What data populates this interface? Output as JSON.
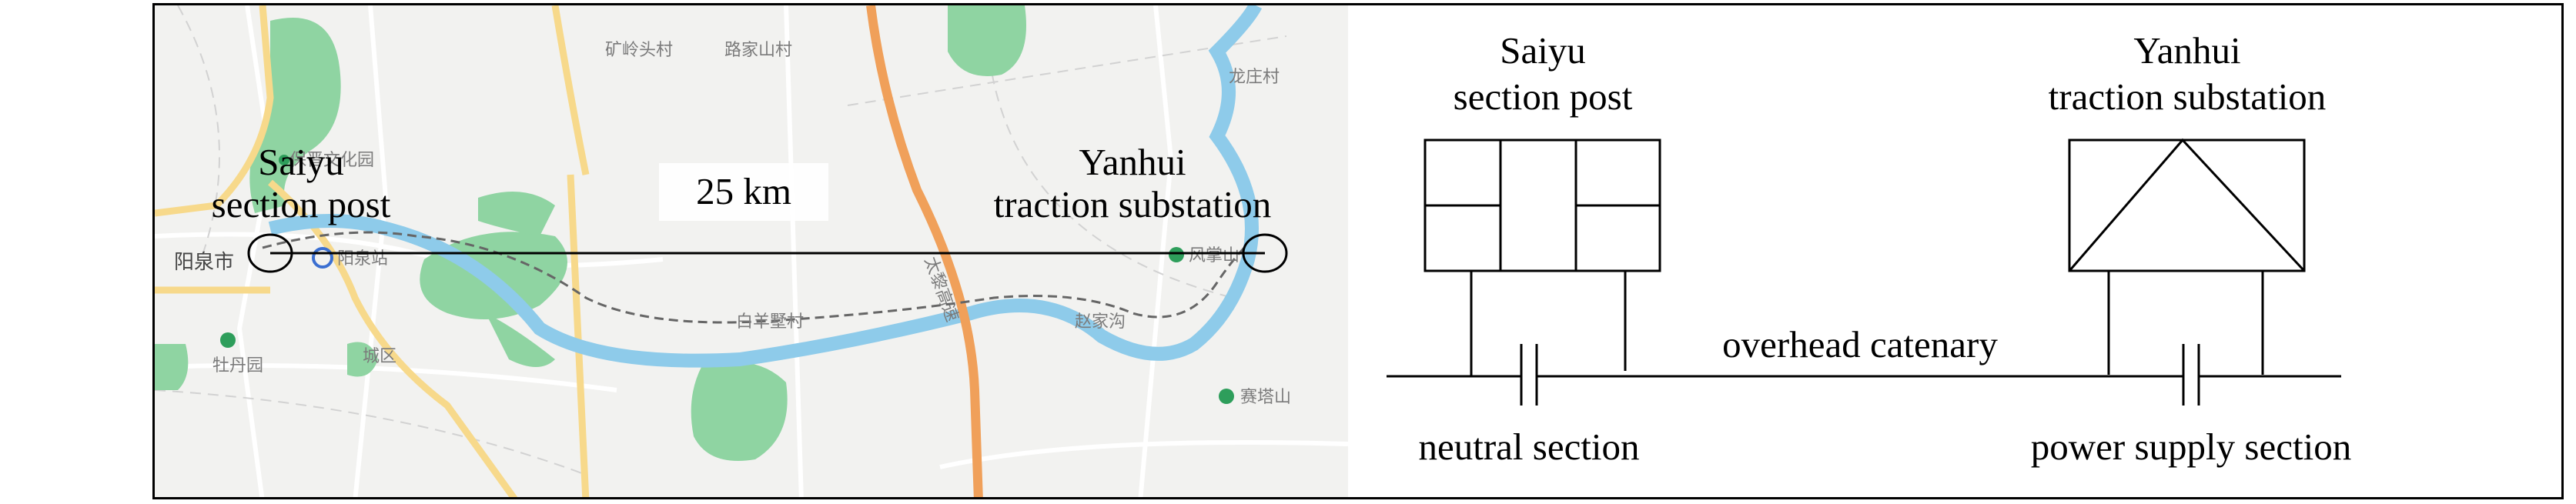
{
  "map": {
    "left_station_name": "Saiyu",
    "left_station_type": "section post",
    "right_station_name": "Yanhui",
    "right_station_type": "traction substation",
    "distance_label": "25 km",
    "place_labels": {
      "baojin": "保晋文化园",
      "kuangjian": "矿岭头村",
      "lujiashan": "路家山村",
      "longzhuang": "龙庄村",
      "yangquan": "阳泉市",
      "yangquan_station": "阳泉站",
      "fengzhangshan": "风掌山",
      "baiyangpo": "白羊墅村",
      "zhaojiagou": "赵家沟",
      "chengqu": "城区",
      "mudanyuan": "牡丹园",
      "saitashan": "赛塔山",
      "highway": "太黎高速"
    }
  },
  "diagram": {
    "left_station_name": "Saiyu",
    "left_station_type": "section post",
    "right_station_name": "Yanhui",
    "right_station_type": "traction substation",
    "catenary_label": "overhead catenary",
    "neutral_label": "neutral section",
    "supply_label": "power supply section"
  }
}
